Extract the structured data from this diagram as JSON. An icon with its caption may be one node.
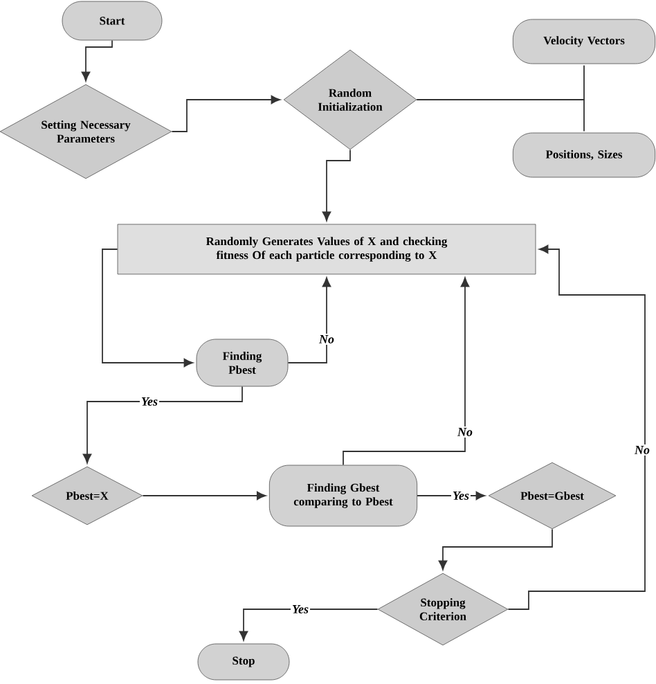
{
  "diagram": {
    "nodes": [
      {
        "text": [
          "Start"
        ]
      },
      {
        "text": [
          "Setting Necessary Parameters"
        ]
      },
      {
        "text": [
          "Random Initialization"
        ]
      },
      {
        "text": [
          "Velocity Vectors"
        ]
      },
      {
        "text": [
          "Positions, Sizes"
        ]
      },
      {
        "text": [
          "Randomly Generates Values of X and checking fitness Of each particle corresponding to X"
        ]
      },
      {
        "text": [
          "Finding Pbest"
        ]
      },
      {
        "text": [
          "Pbest=X"
        ]
      },
      {
        "text": [
          "Finding Gbest comparing to Pbest"
        ]
      },
      {
        "text": [
          "Pbest=Gbest"
        ]
      },
      {
        "text": [
          "Stopping Criterion"
        ]
      },
      {
        "text": [
          "Stop"
        ]
      }
    ],
    "edges": [
      {
        "from": 0,
        "to": 1,
        "arrow": "to"
      },
      {
        "from": 1,
        "to": 2,
        "arrow": "to"
      },
      {
        "from": 2,
        "to": 3,
        "arrow": "none"
      },
      {
        "from": 2,
        "to": 4,
        "arrow": "none"
      },
      {
        "from": 2,
        "to": 5,
        "arrow": "to"
      },
      {
        "from": 5,
        "to": 6,
        "arrow": "to"
      },
      {
        "from": 6,
        "to": 5,
        "arrow": "to",
        "label": "No"
      },
      {
        "from": 6,
        "to": 7,
        "arrow": "to",
        "label": "Yes"
      },
      {
        "from": 7,
        "to": 8,
        "arrow": "to"
      },
      {
        "from": 8,
        "to": 5,
        "arrow": "to",
        "label": "No"
      },
      {
        "from": 8,
        "to": 9,
        "arrow": "to",
        "label": "Yes"
      },
      {
        "from": 9,
        "to": 10,
        "arrow": "to"
      },
      {
        "from": 10,
        "to": 11,
        "arrow": "to",
        "label": "Yes"
      },
      {
        "from": 10,
        "to": 5,
        "arrow": "to",
        "label": "No"
      }
    ]
  }
}
